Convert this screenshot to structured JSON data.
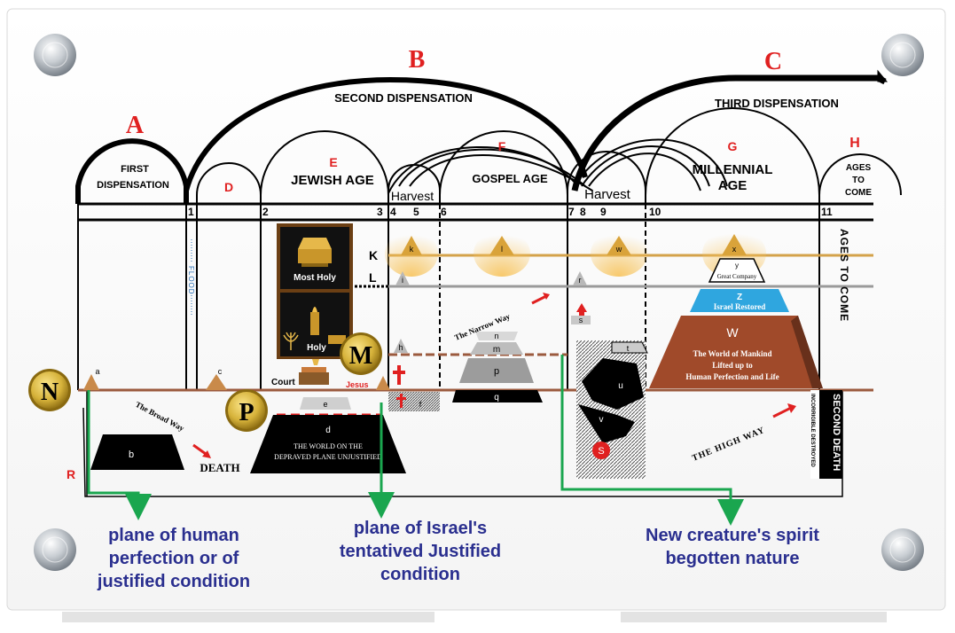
{
  "colors": {
    "red": "#e02020",
    "gold_line": "#d4a24a",
    "gray_line": "#9a9a9a",
    "brown_line": "#9b5a3e",
    "green": "#1aa64f",
    "caption_blue": "#2a2f8f",
    "world_brown": "#a04a2a",
    "israel_blue": "#2fa6df",
    "badge_gold": "#d6b23a"
  },
  "letters": {
    "A": "A",
    "B": "B",
    "C": "C",
    "D": "D",
    "E": "E",
    "F": "F",
    "G": "G",
    "H": "H",
    "R": "R",
    "S": "S"
  },
  "dispensations": {
    "first": [
      "FIRST",
      "DISPENSATION"
    ],
    "second": "SECOND DISPENSATION",
    "third": "THIRD DISPENSATION"
  },
  "ages": {
    "jewish": "JEWISH AGE",
    "gospel": "GOSPEL AGE",
    "millennial": [
      "MILLENNIAL",
      "AGE"
    ],
    "to_come": [
      "AGES",
      "TO",
      "COME"
    ],
    "harvest": "Harvest",
    "ages_to_come_vertical": "AGES TO COME"
  },
  "numbers": [
    "1",
    "2",
    "3",
    "4",
    "5",
    "6",
    "7",
    "8",
    "9",
    "10",
    "11"
  ],
  "planes": {
    "K": "K",
    "L": "L",
    "M": "M",
    "N": "N",
    "P": "P"
  },
  "tabernacle": {
    "most_holy": "Most Holy",
    "holy": "Holy",
    "court": "Court",
    "jesus": "Jesus"
  },
  "figures": {
    "a": "a",
    "b": "b",
    "c": "c",
    "d": "d",
    "e": "e",
    "f": "f",
    "h": "h",
    "i": "i",
    "k": "k",
    "l": "l",
    "m": "m",
    "n": "n",
    "p": "p",
    "q": "q",
    "r": "r",
    "s": "s",
    "t": "t",
    "u": "u",
    "v": "v",
    "w": "w",
    "x": "x",
    "y": "y",
    "z": "Z",
    "W": "W"
  },
  "labels": {
    "flood": "FLOOD",
    "great_company": "Great Company",
    "israel_restored": "Israel Restored",
    "world_of_mankind": [
      "The World of Mankind",
      "Lifted up to",
      "Human Perfection and Life"
    ],
    "world_depraved": [
      "THE WORLD ON THE",
      "DEPRAVED PLANE UNJUSTIFIED"
    ],
    "broad_way": "The Broad Way",
    "narrow_way": "The Narrow Way",
    "high_way": "THE HIGH WAY",
    "death": "DEATH",
    "second_death": "SECOND DEATH",
    "incorrigible": "INCORRIGIBLE DESTROYED"
  },
  "captions": {
    "human_perfection": [
      "plane of human",
      "perfection or of",
      "justified condition"
    ],
    "israel": [
      "plane of Israel's",
      "tentatived Justified",
      "condition"
    ],
    "new_creature": [
      "New creature's spirit",
      "begotten nature"
    ]
  }
}
